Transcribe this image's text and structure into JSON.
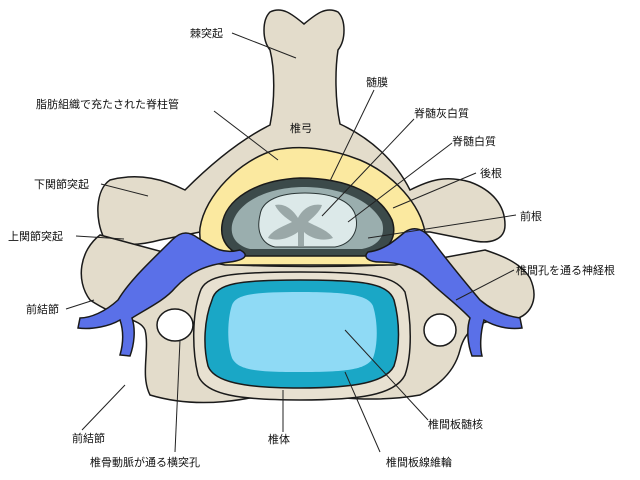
{
  "labels": {
    "spinous_process": "棘突起",
    "dura": "髄膜",
    "lamina": "椎弓",
    "epidural_fat": "脂肪組織で充たされた脊柱管",
    "gray_matter": "脊髄灰白質",
    "white_matter": "脊髄白質",
    "posterior_root": "後根",
    "inferior_articular": "下関節突起",
    "anterior_root": "前根",
    "superior_articular": "上関節突起",
    "spinal_nerve": "椎間孔を通る神経根",
    "ganglion_upper": "前結節",
    "ganglion_lower": "前結節",
    "vertebral_body": "椎体",
    "nucleus_pulposus": "椎間板髄核",
    "transverse_foramen": "椎骨動脈が通る横突孔",
    "annulus_fibrosus": "椎間板線維輪"
  },
  "colors": {
    "bone": "#e3dccb",
    "fat": "#fbe9a0",
    "canal_dark": "#3c4a4a",
    "canal_mid": "#9aaeae",
    "white_matter": "#dce9e9",
    "gray_matter": "#9aa8a8",
    "nerve": "#5a70e8",
    "disc_outer": "#1aa7c6",
    "disc_inner": "#8fdaf5"
  }
}
